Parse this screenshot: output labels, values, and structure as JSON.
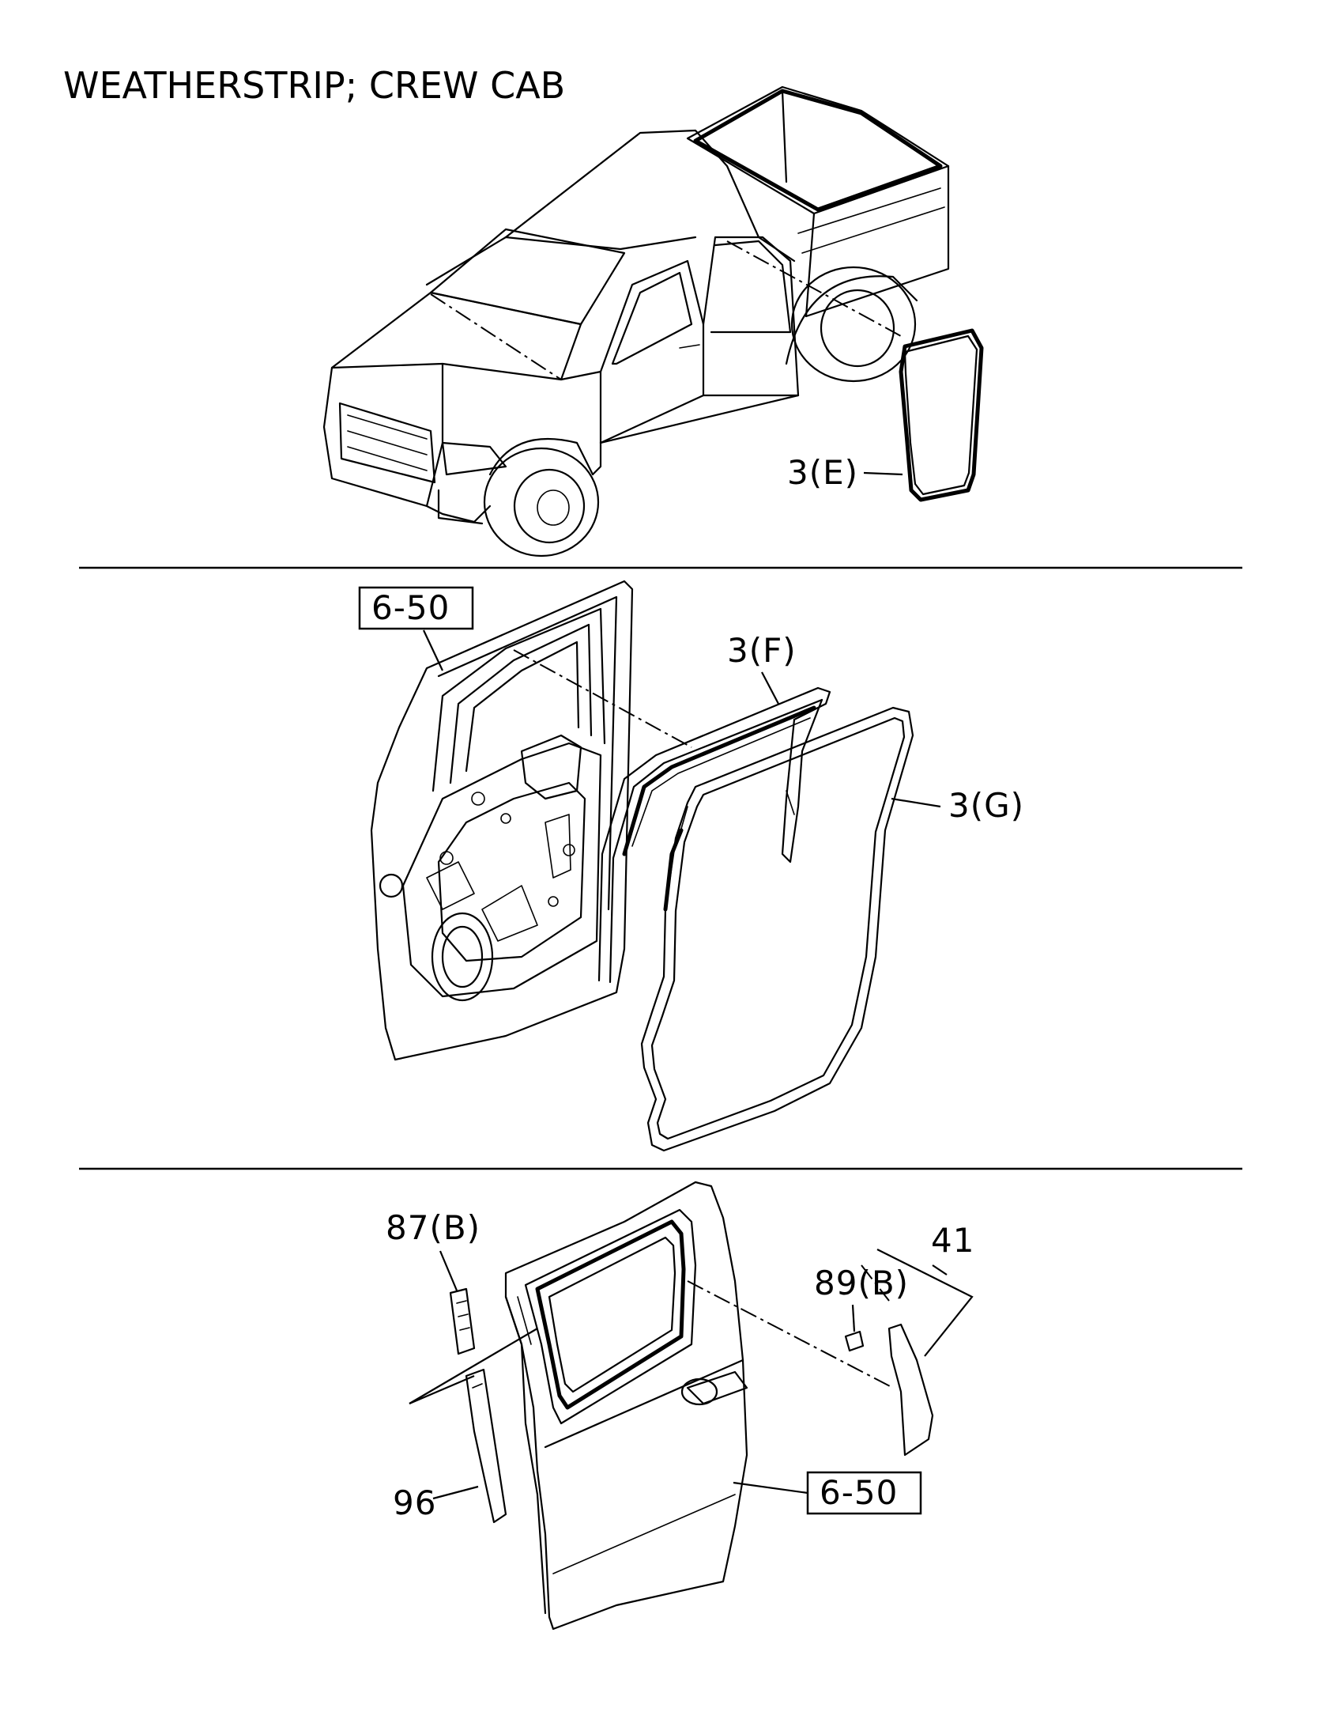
{
  "title": "WEATHERSTRIP; CREW CAB",
  "callouts": {
    "part_3e": "3(E)",
    "part_3f": "3(F)",
    "part_3g": "3(G)",
    "ref_6_50_top": "6-50",
    "ref_6_50_bottom": "6-50",
    "part_87b": "87(B)",
    "part_89b": "89(B)",
    "part_41": "41",
    "part_96": "96"
  }
}
